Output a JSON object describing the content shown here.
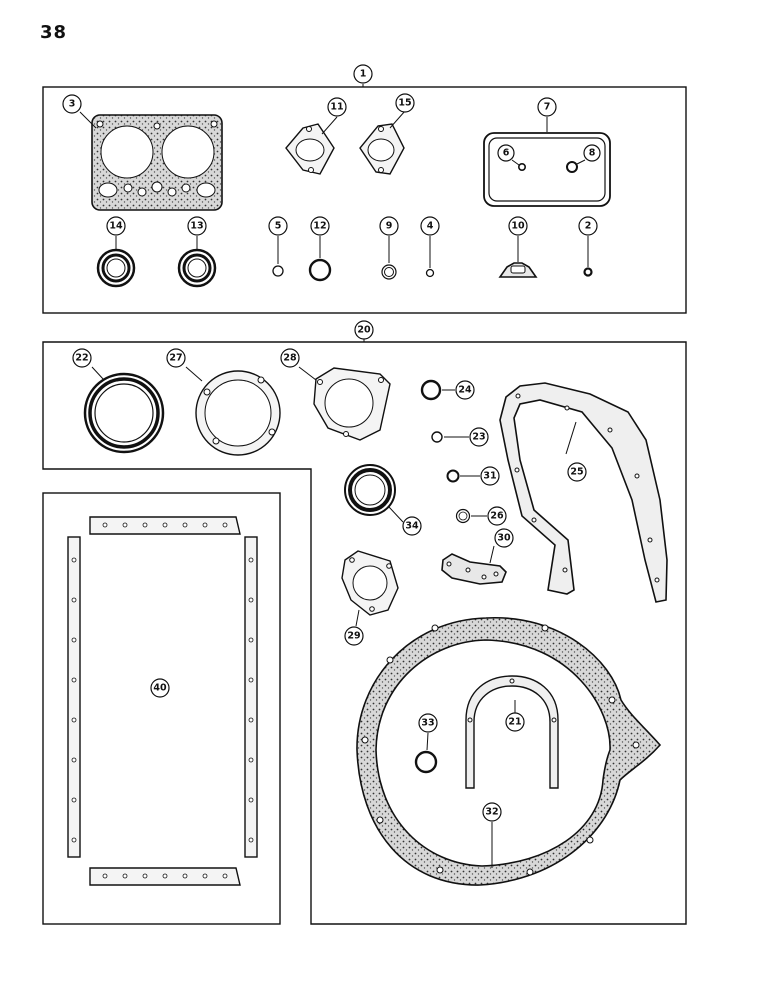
{
  "page": {
    "number": "38"
  },
  "callouts": {
    "c1": "1",
    "c2": "2",
    "c3": "3",
    "c4": "4",
    "c5": "5",
    "c6": "6",
    "c7": "7",
    "c8": "8",
    "c9": "9",
    "c10": "10",
    "c11": "11",
    "c12": "12",
    "c13": "13",
    "c14": "14",
    "c15": "15",
    "c20": "20",
    "c21": "21",
    "c22": "22",
    "c23": "23",
    "c24": "24",
    "c25": "25",
    "c26": "26",
    "c27": "27",
    "c28": "28",
    "c29": "29",
    "c30": "30",
    "c31": "31",
    "c32": "32",
    "c33": "33",
    "c34": "34",
    "c40": "40"
  }
}
